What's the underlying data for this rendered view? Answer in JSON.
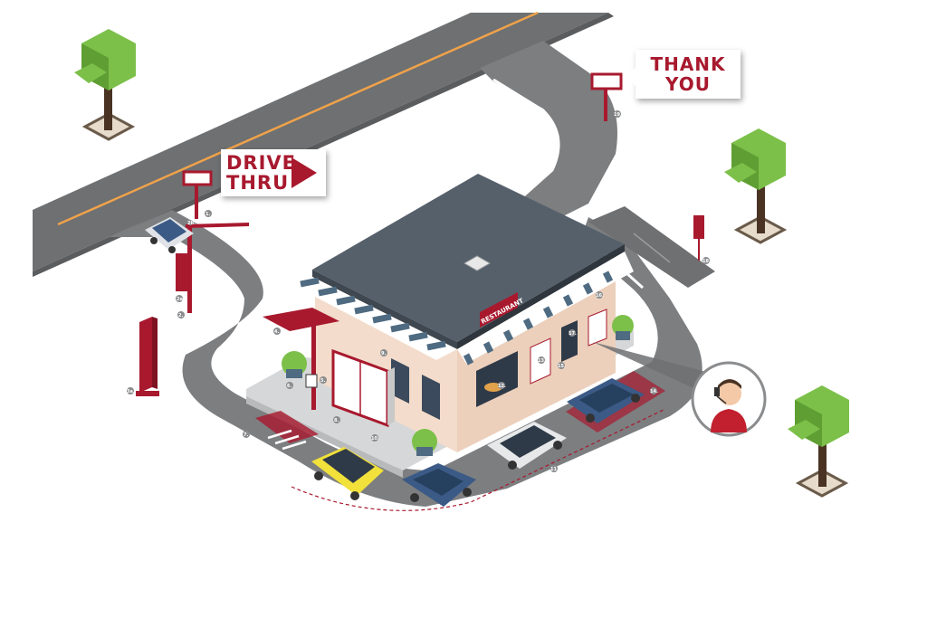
{
  "signs": {
    "drive_thru": {
      "line1": "DRIVE",
      "line2": "THRU"
    },
    "thank_you": {
      "line1": "THANK",
      "line2": "YOU"
    },
    "restaurant": "RESTAURANT"
  },
  "markers": [
    {
      "id": "1",
      "label": "1."
    },
    {
      "id": "2",
      "label": "2."
    },
    {
      "id": "2a",
      "label": "2a."
    },
    {
      "id": "2b",
      "label": "2b."
    },
    {
      "id": "3a",
      "label": "3a."
    },
    {
      "id": "4",
      "label": "4."
    },
    {
      "id": "5",
      "label": "5."
    },
    {
      "id": "6",
      "label": "6."
    },
    {
      "id": "7",
      "label": "7."
    },
    {
      "id": "8",
      "label": "8."
    },
    {
      "id": "9",
      "label": "9."
    },
    {
      "id": "10",
      "label": "10."
    },
    {
      "id": "11",
      "label": "11."
    },
    {
      "id": "12",
      "label": "12."
    },
    {
      "id": "13",
      "label": "13."
    },
    {
      "id": "14",
      "label": "14."
    },
    {
      "id": "15",
      "label": "15."
    },
    {
      "id": "16",
      "label": "16."
    },
    {
      "id": "17",
      "label": "17."
    },
    {
      "id": "18",
      "label": "18."
    },
    {
      "id": "19",
      "label": "19."
    }
  ],
  "colors": {
    "road": "#6e7072",
    "road_light": "#8a8c8e",
    "road_line": "#f0a24a",
    "brand_red": "#a8192e",
    "roof": "#56606b",
    "wall": "#f3dccb",
    "awning_stripe": "#4f6b82",
    "tree_green": "#7cc04a",
    "car_blue": "#3b5a86",
    "car_yellow": "#f1e13a"
  }
}
